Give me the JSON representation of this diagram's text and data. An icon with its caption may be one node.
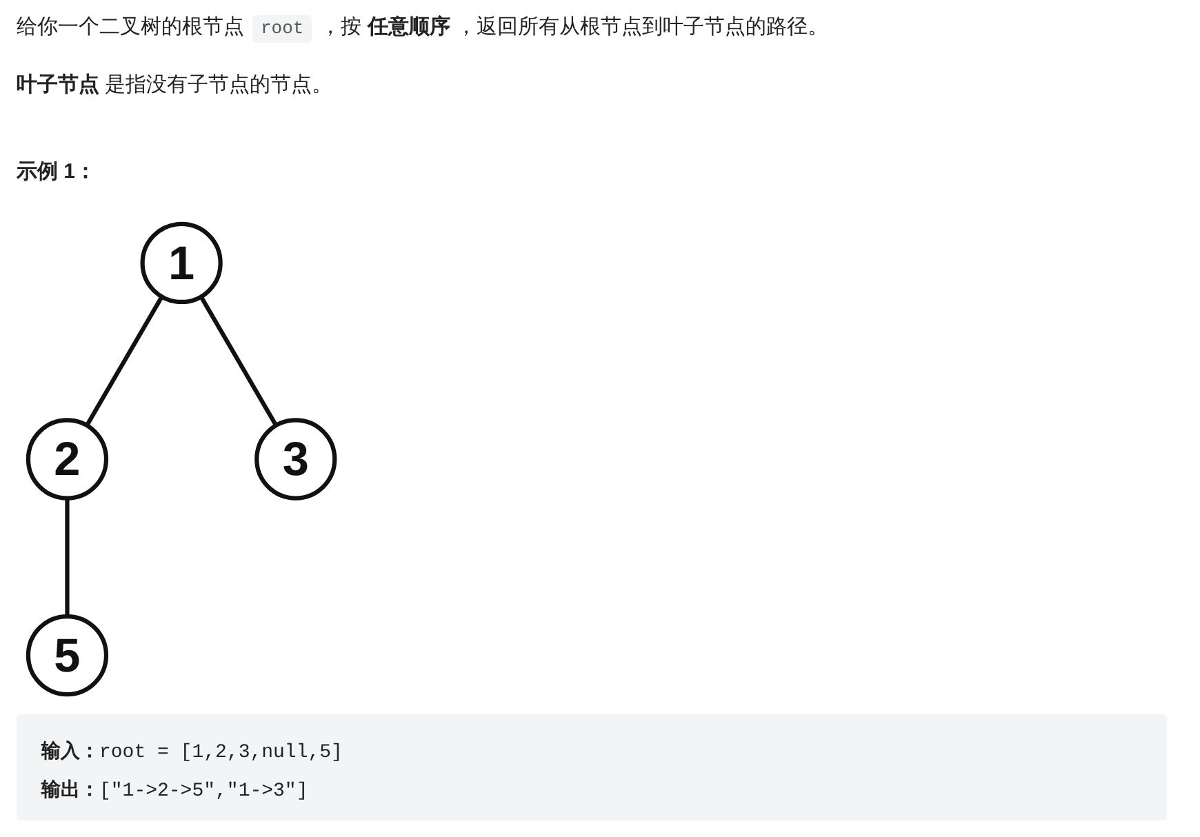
{
  "diagram": {
    "nodes": [
      {
        "text": [
          "1"
        ]
      },
      {
        "text": [
          "2"
        ]
      },
      {
        "text": [
          "3"
        ]
      },
      {
        "text": [
          "5"
        ]
      }
    ],
    "edges": [
      {
        "from": 0,
        "to": 1,
        "arrow": "none"
      },
      {
        "from": 0,
        "to": 2,
        "arrow": "none"
      },
      {
        "from": 1,
        "to": 3,
        "arrow": "none"
      }
    ],
    "labels": [
      "给你一个二叉树的根节点",
      "root",
      "，按 **任意顺序** ，返回所有从根节点到叶子节点的路径。",
      "**叶子节点** 是指没有子节点的节点。",
      "示例 1：",
      "**输入：**root = [1,2,3,null,5]",
      "**输出：**[\"1->2->5\",\"1->3\"]"
    ]
  }
}
